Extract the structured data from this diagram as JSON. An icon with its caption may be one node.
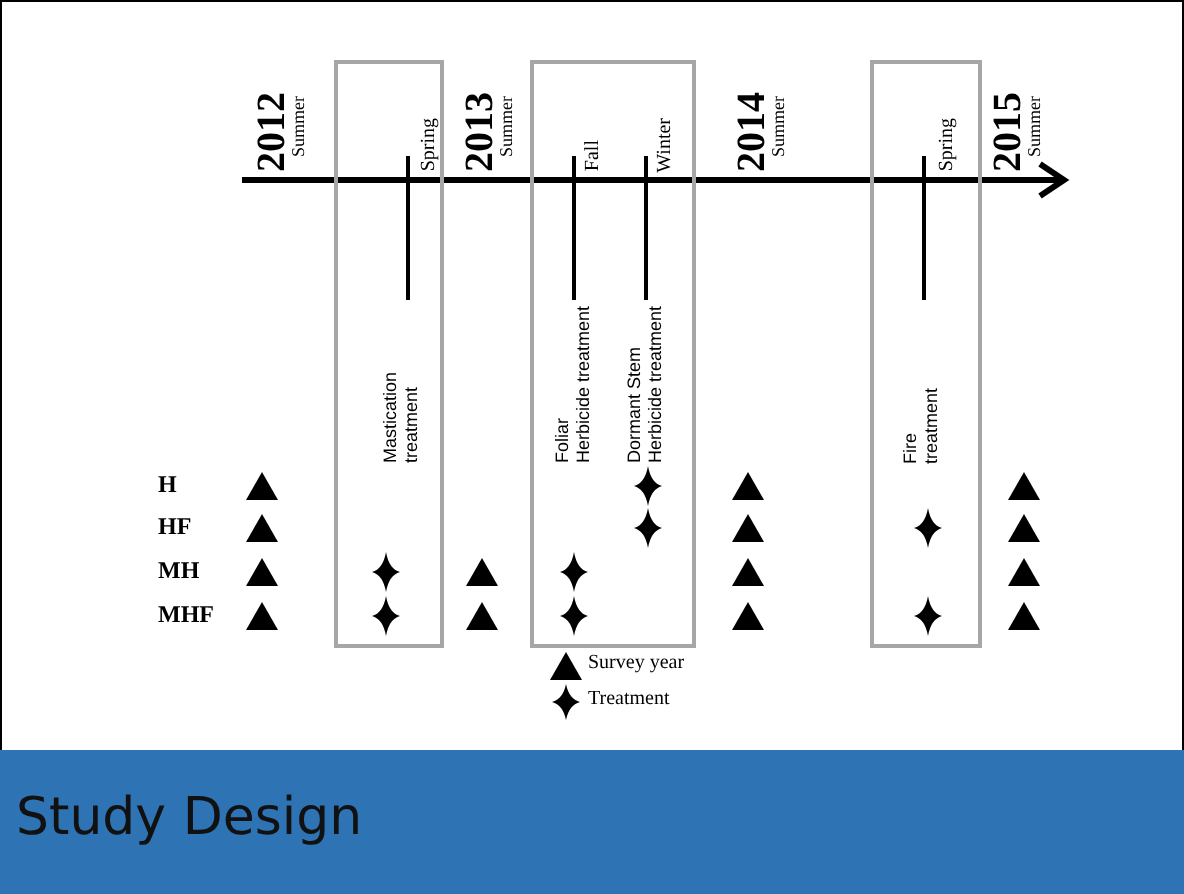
{
  "diagram": {
    "title": "Study Design",
    "nodes": [
      {
        "text": [
          "Spring",
          "Mastication treatment"
        ]
      },
      {
        "text": [
          "Fall",
          "Winter",
          "Foliar Herbicide treatment",
          "Dormant Stem Herbicide treatment"
        ]
      },
      {
        "text": [
          "Spring",
          "Fire treatment"
        ]
      }
    ],
    "edges": [],
    "labels": [
      "2012",
      "Summer",
      "2013",
      "Summer",
      "2014",
      "Summer",
      "2015",
      "Summer",
      "H",
      "HF",
      "MH",
      "MHF"
    ],
    "legend": [
      {
        "text": "Survey year"
      },
      {
        "text": "Treatment"
      }
    ]
  }
}
